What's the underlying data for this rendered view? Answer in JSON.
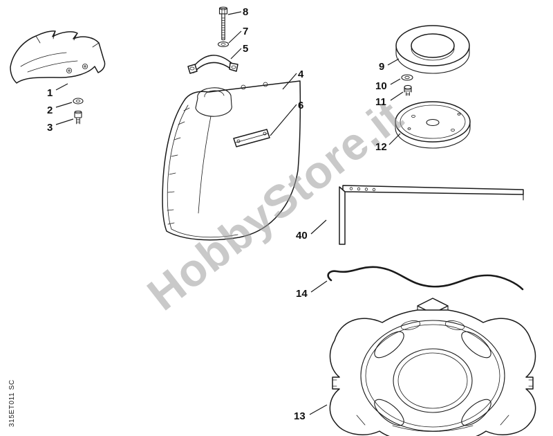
{
  "page": {
    "watermark": "HobbyStore.it",
    "drawing_code": "315ET011 SC",
    "background_color": "#ffffff",
    "line_color": "#1a1a1a",
    "watermark_color": "#9d9d9d"
  },
  "callouts": {
    "p1": "1",
    "p2": "2",
    "p3": "3",
    "p4": "4",
    "p5": "5",
    "p6": "6",
    "p7": "7",
    "p8": "8",
    "p9": "9",
    "p10": "10",
    "p11": "11",
    "p12": "12",
    "p13": "13",
    "p14": "14",
    "p40": "40"
  }
}
